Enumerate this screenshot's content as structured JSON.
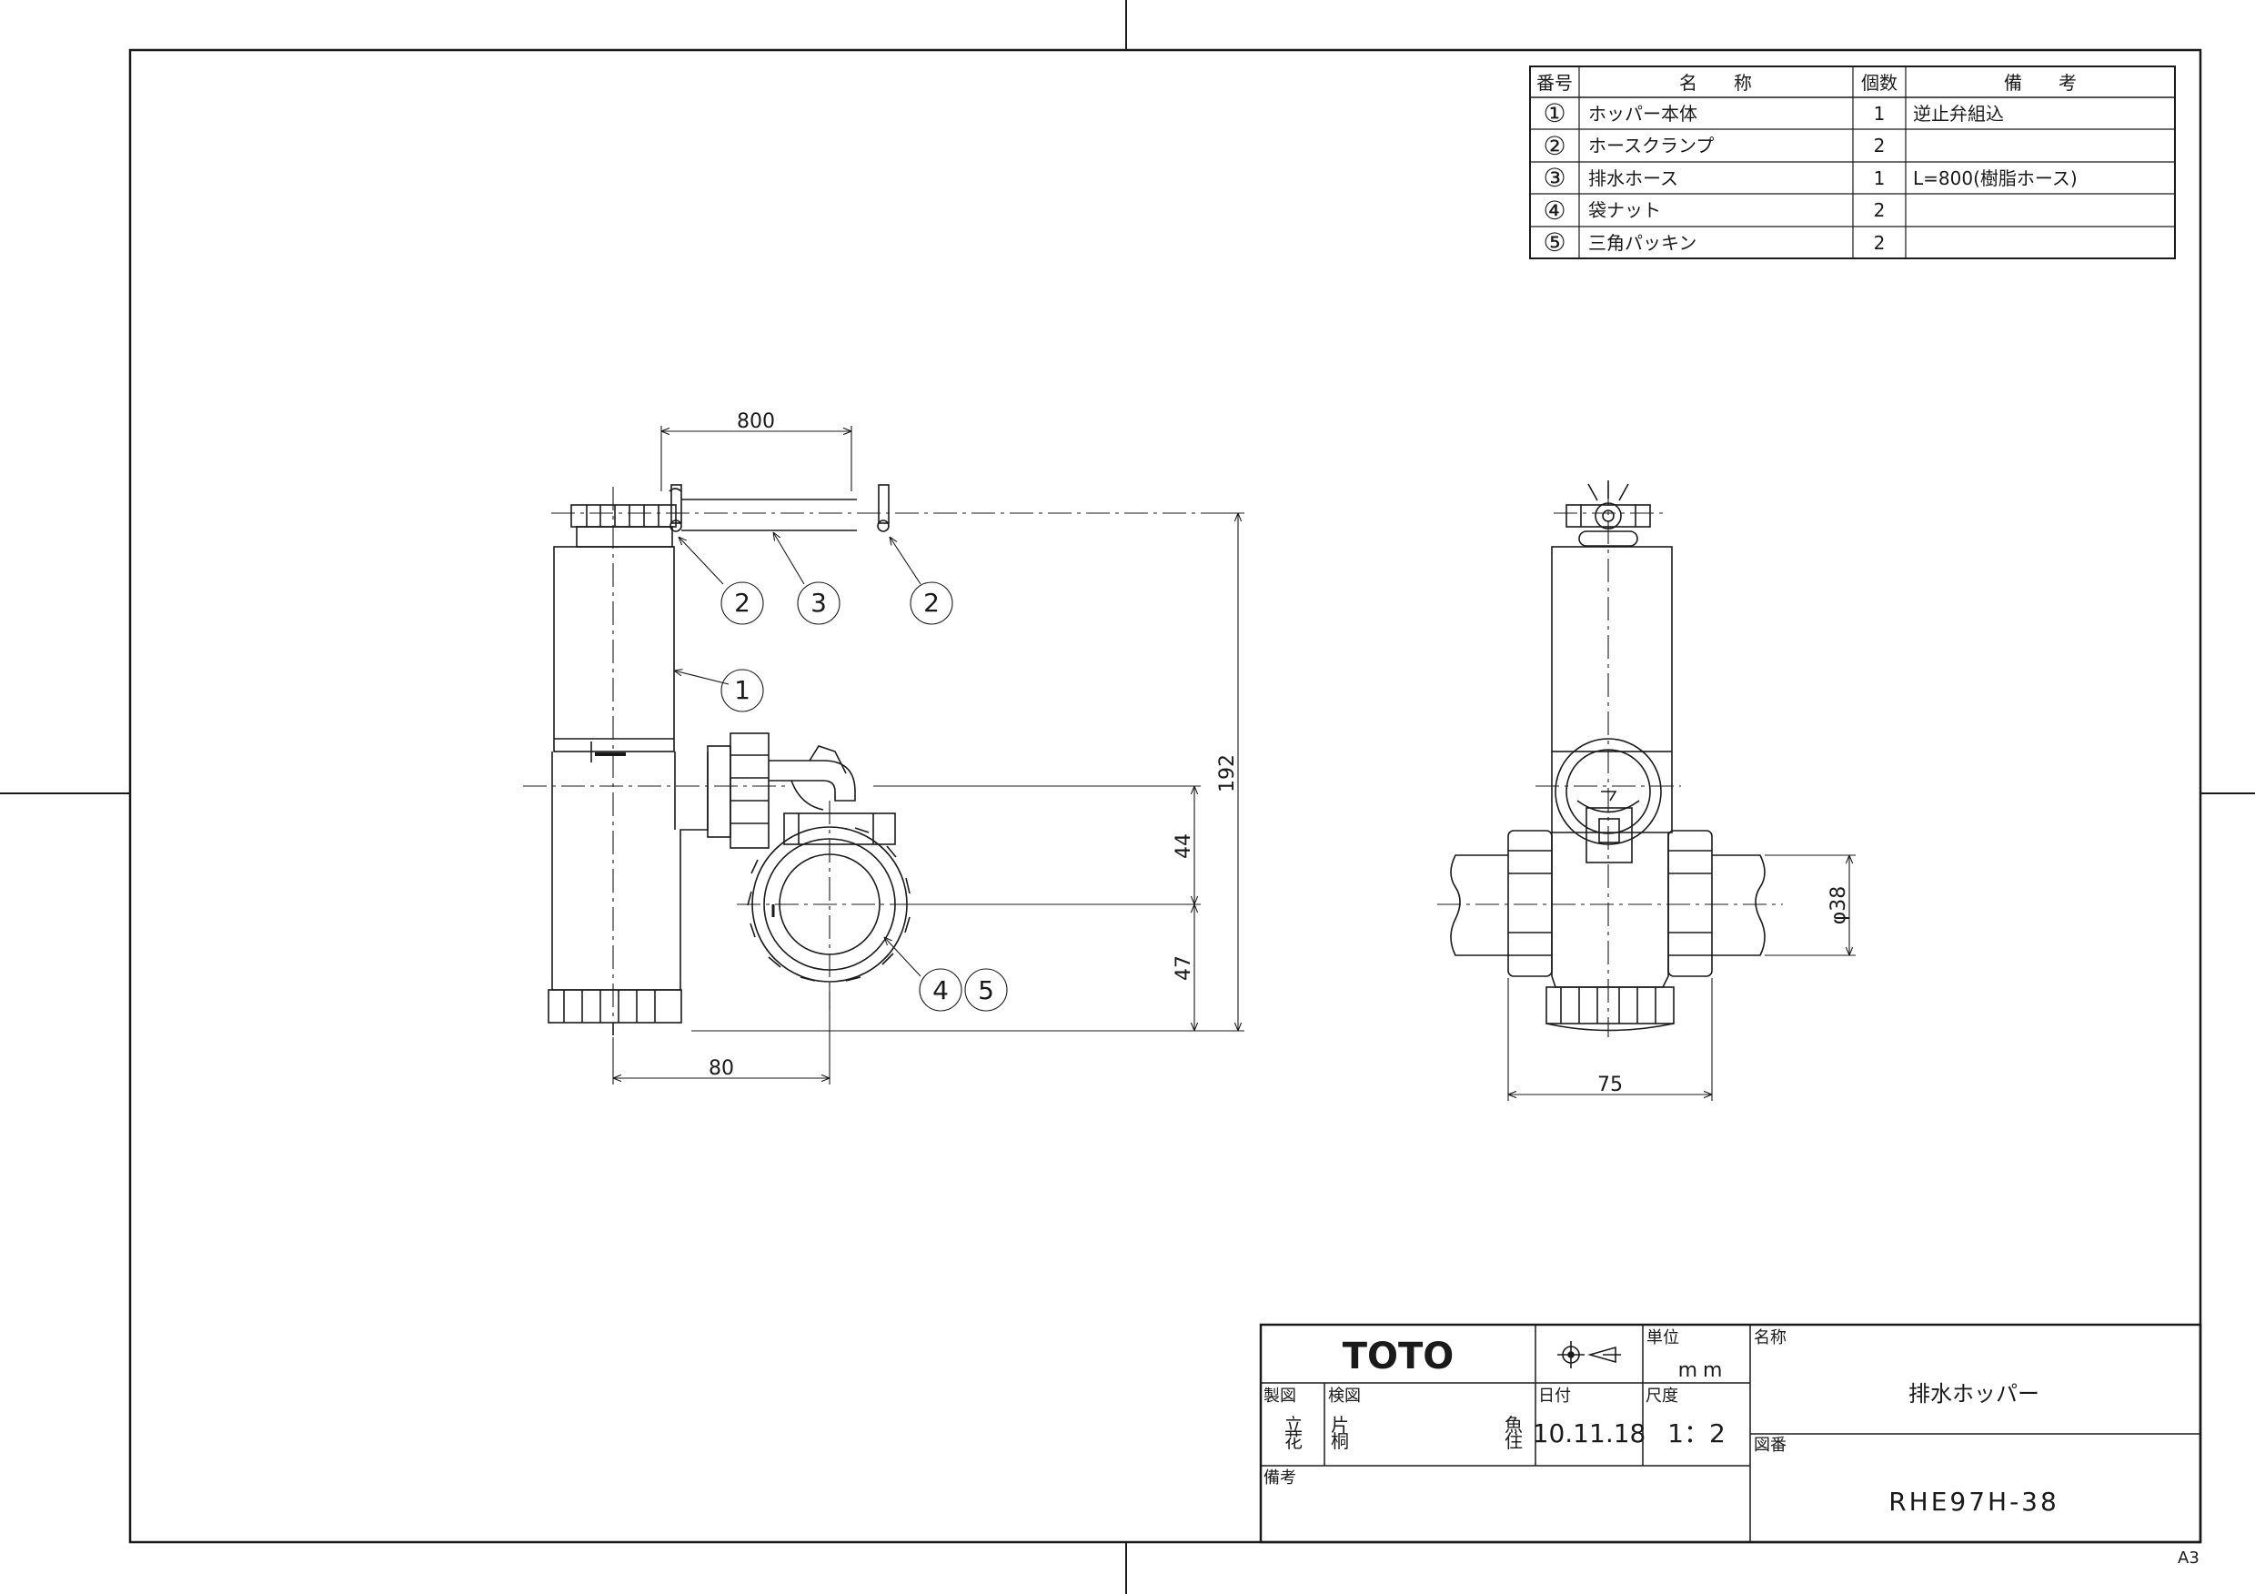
{
  "parts_table": {
    "headers": {
      "no": "番号",
      "name": "名　　称",
      "qty": "個数",
      "remarks": "備　　考"
    },
    "rows": [
      {
        "no": "①",
        "name": "ホッパー本体",
        "qty": "1",
        "remarks": "逆止弁組込"
      },
      {
        "no": "②",
        "name": "ホースクランプ",
        "qty": "2",
        "remarks": ""
      },
      {
        "no": "③",
        "name": "排水ホース",
        "qty": "1",
        "remarks": "L=800(樹脂ホース)"
      },
      {
        "no": "④",
        "name": "袋ナット",
        "qty": "2",
        "remarks": ""
      },
      {
        "no": "⑤",
        "name": "三角パッキン",
        "qty": "2",
        "remarks": ""
      }
    ]
  },
  "dimensions": {
    "hose_length": "800",
    "total_height": "192",
    "upper_offset": "44",
    "lower_offset": "47",
    "horizontal_offset": "80",
    "side_width": "75",
    "pipe_diameter": "φ38"
  },
  "callouts": {
    "c1": "1",
    "c2a": "2",
    "c3": "3",
    "c2b": "2",
    "c4": "4",
    "c5": "5"
  },
  "title_block": {
    "brand": "TOTO",
    "unit_label": "単位",
    "unit_value": "mm",
    "name_label": "名称",
    "drawn_label": "製図",
    "checked_label": "検図",
    "date_label": "日付",
    "scale_label": "尺度",
    "drawing_no_label": "図番",
    "remarks_label": "備考",
    "drawn_by_1": "立",
    "drawn_by_2": "花",
    "checked_by_1": "片",
    "checked_by_2": "桐",
    "checked_by_3": "魚",
    "checked_by_4": "住",
    "date": "10.11.18",
    "scale": "1：2",
    "product_name": "排水ホッパー",
    "drawing_no": "RHE97H-38"
  },
  "sheet_size": "A3"
}
